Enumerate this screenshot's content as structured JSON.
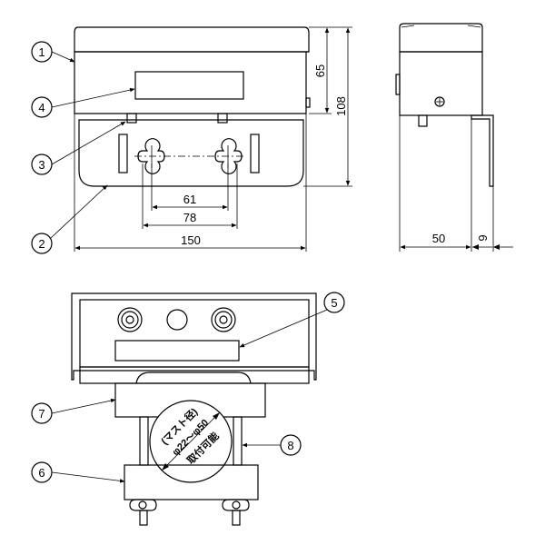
{
  "callouts": [
    "1",
    "2",
    "3",
    "4",
    "5",
    "6",
    "7",
    "8"
  ],
  "dimensions": {
    "height_65": "65",
    "height_108": "108",
    "width_61": "61",
    "width_78": "78",
    "width_150": "150",
    "depth_50": "50",
    "depth_9": "9"
  },
  "mast_note": {
    "line1": "(マスト径)",
    "line2": "φ22～φ50",
    "line3": "取付可能"
  }
}
